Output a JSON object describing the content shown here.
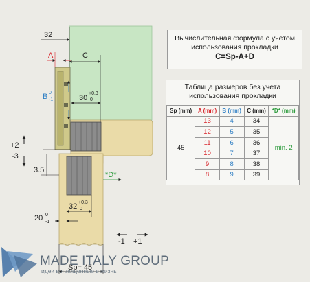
{
  "formula": {
    "line1": "Вычислительная формула с учетом",
    "line2": "использования прокладки",
    "equation": "C=Sp-A+D"
  },
  "table": {
    "title_line1": "Таблица размеров без учета",
    "title_line2": "использования прокладки",
    "headers": [
      "Sp (mm)",
      "A (mm)",
      "B (mm)",
      "C (mm)",
      "*D* (mm)"
    ],
    "sp_value": "45",
    "d_value": "min. 2",
    "rows": [
      {
        "a": "13",
        "b": "4",
        "c": "34"
      },
      {
        "a": "12",
        "b": "5",
        "c": "35"
      },
      {
        "a": "11",
        "b": "6",
        "c": "36"
      },
      {
        "a": "10",
        "b": "7",
        "c": "37"
      },
      {
        "a": "9",
        "b": "8",
        "c": "38"
      },
      {
        "a": "8",
        "b": "9",
        "c": "39"
      }
    ]
  },
  "drawing": {
    "dim_32": "32",
    "dim_a": "A",
    "dim_c": "C",
    "dim_b": "B",
    "dim_b_tol_top": "0",
    "dim_b_tol_bot": "-1",
    "dim_30": "30",
    "dim_30_tol_top": "+0,3",
    "dim_30_tol_bot": "0",
    "adj_plus2": "+2",
    "adj_minus3": "-3",
    "dim_3_5": "3.5",
    "dim_d": "*D*",
    "dim_32_bottom": "32",
    "dim_32_tol_top": "+0,3",
    "dim_32_tol_bot": "0",
    "dim_20": "20",
    "dim_20_tol_top": "0",
    "dim_20_tol_bot": "-1",
    "adj_minus1": "-1",
    "adj_plus1": "+1",
    "dim_sp": "Sp= 45"
  },
  "brand": {
    "name": "MADE ITALY GROUP",
    "tagline": "идеи воплощенные в жизнь"
  },
  "colors": {
    "glass": "#c8e6c4",
    "panel_wood": "#eadba8",
    "dim_red": "#d8262c",
    "dim_blue": "#2f7fc4",
    "dim_green": "#2a9a3a"
  }
}
